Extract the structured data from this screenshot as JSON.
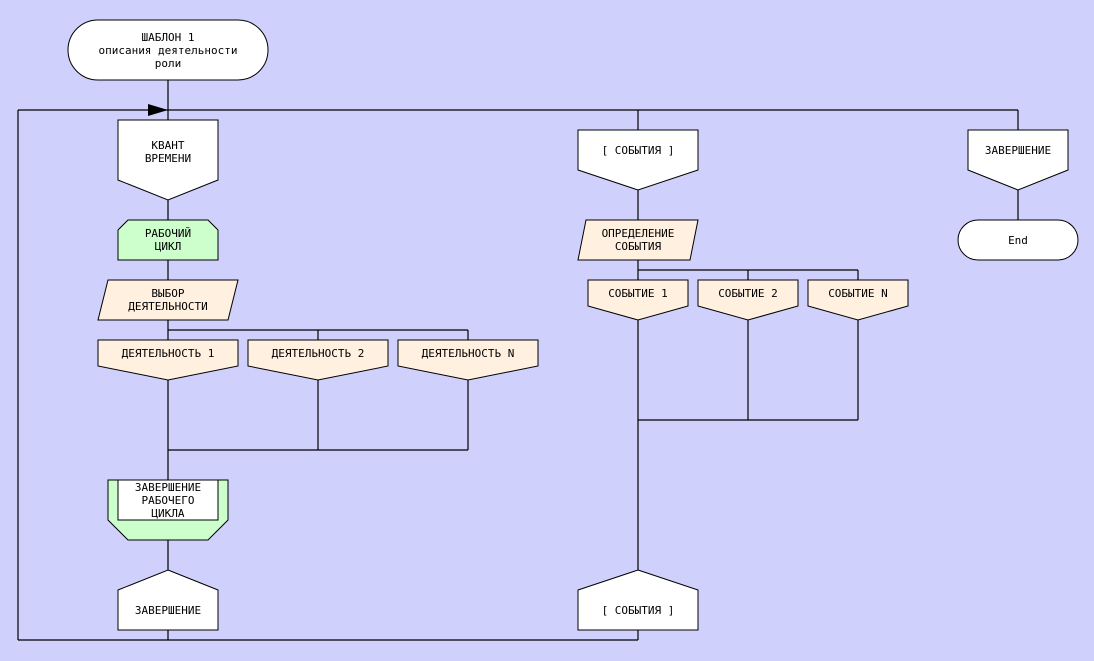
{
  "diagram": {
    "title": "ШАБЛОН 1\nописания деятельности\nроли",
    "left_branch": {
      "head": "КВАНТ\nВРЕМЕНИ",
      "loop_start": "РАБОЧИЙ\nЦИКЛ",
      "select": "ВЫБОР\nДЕЯТЕЛЬНОСТИ",
      "options": [
        "ДЕЯТЕЛЬНОСТЬ 1",
        "ДЕЯТЕЛЬНОСТЬ 2",
        "ДЕЯТЕЛЬНОСТЬ N"
      ],
      "loop_end": "ЗАВЕРШЕНИЕ\nРАБОЧЕГО\nЦИКЛА",
      "address": "ЗАВЕРШЕНИЕ"
    },
    "middle_branch": {
      "head": "[ СОБЫТИЯ ]",
      "select": "ОПРЕДЕЛЕНИЕ\nСОБЫТИЯ",
      "options": [
        "СОБЫТИЕ 1",
        "СОБЫТИЕ 2",
        "СОБЫТИЕ N"
      ],
      "address": "[ СОБЫТИЯ ]"
    },
    "right_branch": {
      "head": "ЗАВЕРШЕНИЕ",
      "end": "End"
    },
    "colors": {
      "background": "#d0d0fc",
      "loop_fill": "#ccffcc",
      "option_fill": "#fff0e0",
      "node_fill": "#ffffff"
    }
  }
}
